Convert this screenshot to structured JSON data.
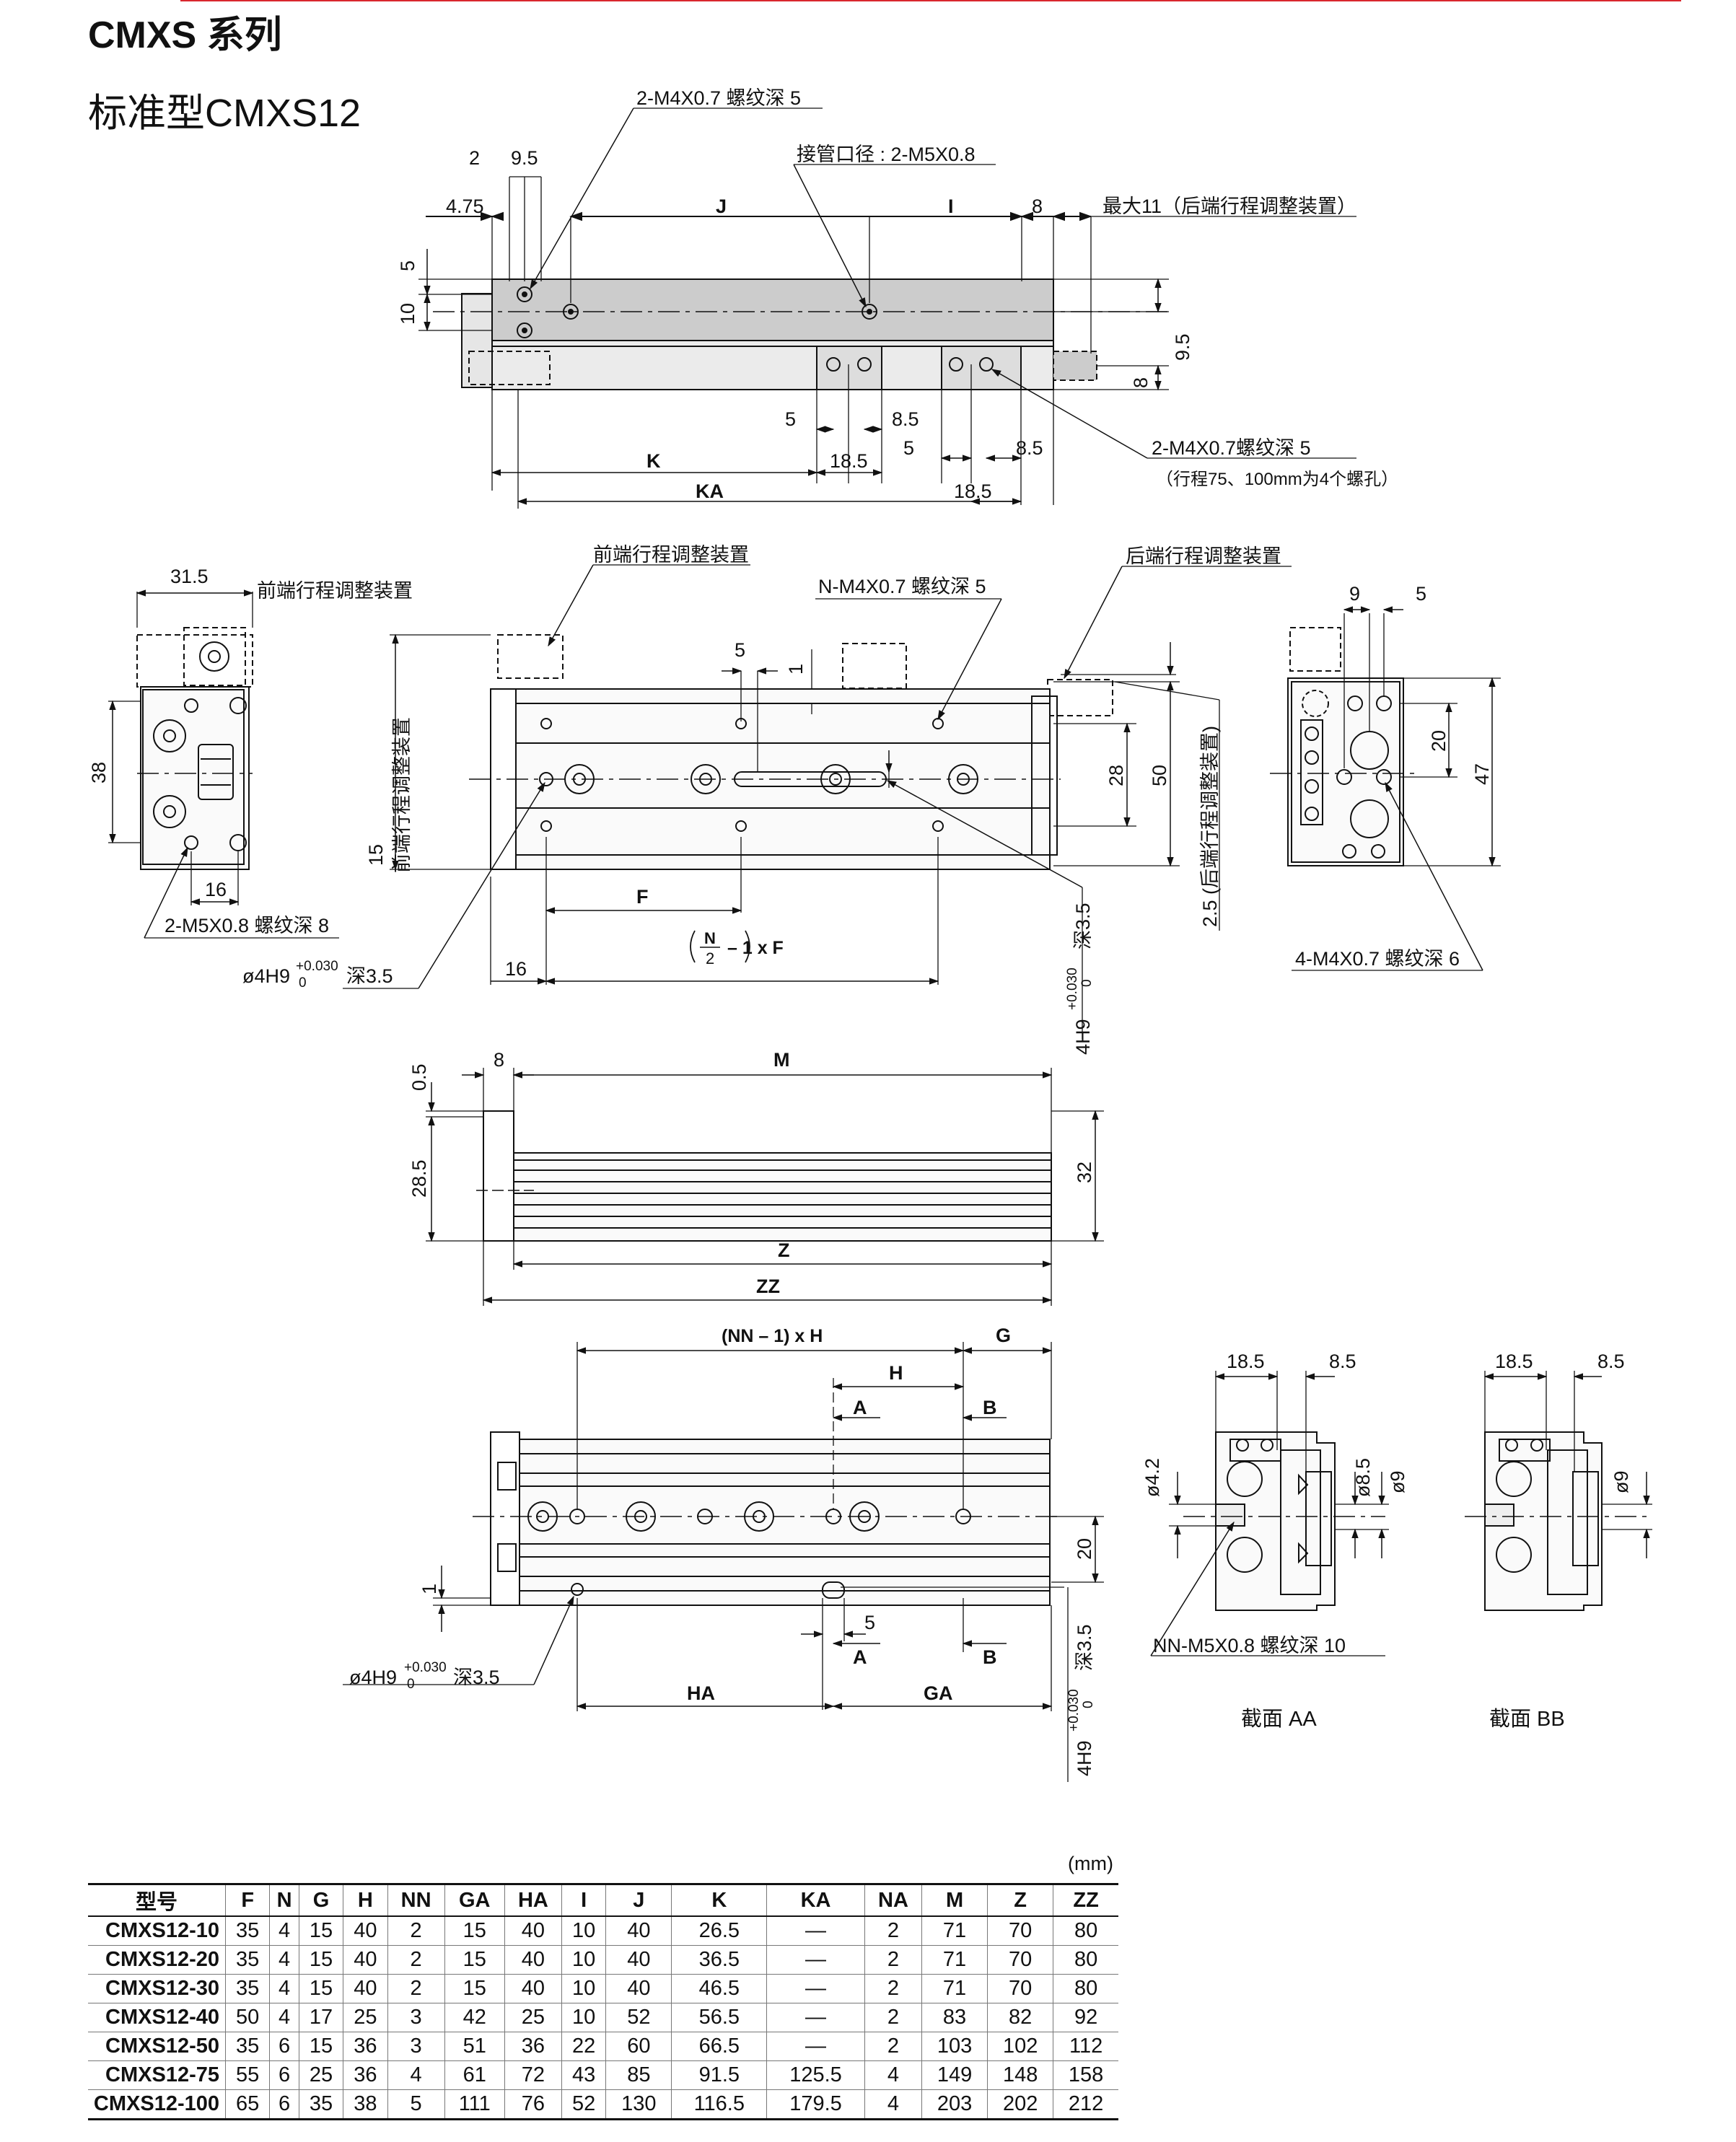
{
  "header": {
    "series_title": "CMXS 系列",
    "model_title": "标准型CMXS12"
  },
  "top_view": {
    "thread_top": "2-M4X0.7 螺纹深 5",
    "port": "接管口径 : 2-M5X0.8",
    "max_rear": "最大11（后端行程调整装置）",
    "dim_2": "2",
    "dim_9_5": "9.5",
    "dim_4_75": "4.75",
    "dim_J": "J",
    "dim_I": "I",
    "dim_8": "8",
    "dim_5": "5",
    "dim_10": "10",
    "dim_9_5r": "9.5",
    "dim_8r": "8",
    "dim_5b": "5",
    "dim_8_5a": "8.5",
    "dim_18_5": "18.5",
    "dim_5c": "5",
    "dim_8_5b": "8.5",
    "dim_K": "K",
    "dim_KA": "KA",
    "dim_18_5b": "18.5",
    "thread_bottom": "2-M4X0.7螺纹深  5",
    "thread_note": "（行程75、100mm为4个螺孔）"
  },
  "side_view": {
    "dim_31_5": "31.5",
    "front_adj": "前端行程调整装置",
    "front_adj2": "前端行程调整装置",
    "rear_adj": "后端行程调整装置",
    "n_thread": "N-M4X0.7 螺纹深 5",
    "dim_38": "38",
    "dim_16": "16",
    "m5_thread": "2-M5X0.8 螺纹深 8",
    "pin_hole": "ø4H9",
    "tol_plus": "+0.030",
    "tol_zero": "0",
    "depth": "深3.5",
    "dim_15": "15",
    "dim_5": "5",
    "dim_1": "1",
    "dim_28": "28",
    "dim_50": "50",
    "dim_F": "F",
    "formula_n": "N",
    "formula_2": "2",
    "formula_rest": "– 1  x F",
    "dim_16b": "16",
    "vertical_pin": "4H9",
    "rear_adj_v": "2.5 (后端行程调整装置)",
    "dim_9": "9",
    "dim_5r": "5",
    "dim_20": "20",
    "dim_47": "47",
    "m4_thread": "4-M4X0.7 螺纹深 6"
  },
  "front_view": {
    "dim_0_5": "0.5",
    "dim_8": "8",
    "dim_M": "M",
    "dim_28_5": "28.5",
    "dim_32": "32",
    "dim_Z": "Z",
    "dim_ZZ": "ZZ"
  },
  "bottom_view": {
    "dim_nn": "(NN – 1) x H",
    "dim_G": "G",
    "dim_H": "H",
    "dim_A": "A",
    "dim_B": "B",
    "dim_20": "20",
    "dim_1": "1",
    "dim_5": "5",
    "dim_A2": "A",
    "dim_B2": "B",
    "pin_hole": "ø4H9",
    "tol_plus": "+0.030",
    "tol_zero": "0",
    "depth": "深3.5",
    "dim_HA": "HA",
    "dim_GA": "GA",
    "vertical_pin": "4H9"
  },
  "sections": {
    "aa_18_5": "18.5",
    "aa_8_5": "8.5",
    "aa_4_2": "ø4.2",
    "aa_8_5d": "ø8.5",
    "aa_9": "ø9",
    "nn_thread": "NN-M5X0.8 螺纹深 10",
    "label_aa": "截面 AA",
    "bb_18_5": "18.5",
    "bb_8_5": "8.5",
    "bb_9": "ø9",
    "label_bb": "截面 BB"
  },
  "table": {
    "unit": "(mm)",
    "headers": [
      "型号",
      "F",
      "N",
      "G",
      "H",
      "NN",
      "GA",
      "HA",
      "I",
      "J",
      "K",
      "KA",
      "NA",
      "M",
      "Z",
      "ZZ"
    ],
    "rows": [
      [
        "CMXS12-10",
        "35",
        "4",
        "15",
        "40",
        "2",
        "15",
        "40",
        "10",
        "40",
        "26.5",
        "—",
        "2",
        "71",
        "70",
        "80"
      ],
      [
        "CMXS12-20",
        "35",
        "4",
        "15",
        "40",
        "2",
        "15",
        "40",
        "10",
        "40",
        "36.5",
        "—",
        "2",
        "71",
        "70",
        "80"
      ],
      [
        "CMXS12-30",
        "35",
        "4",
        "15",
        "40",
        "2",
        "15",
        "40",
        "10",
        "40",
        "46.5",
        "—",
        "2",
        "71",
        "70",
        "80"
      ],
      [
        "CMXS12-40",
        "50",
        "4",
        "17",
        "25",
        "3",
        "42",
        "25",
        "10",
        "52",
        "56.5",
        "—",
        "2",
        "83",
        "82",
        "92"
      ],
      [
        "CMXS12-50",
        "35",
        "6",
        "15",
        "36",
        "3",
        "51",
        "36",
        "22",
        "60",
        "66.5",
        "—",
        "2",
        "103",
        "102",
        "112"
      ],
      [
        "CMXS12-75",
        "55",
        "6",
        "25",
        "36",
        "4",
        "61",
        "72",
        "43",
        "85",
        "91.5",
        "125.5",
        "4",
        "149",
        "148",
        "158"
      ],
      [
        "CMXS12-100",
        "65",
        "6",
        "35",
        "38",
        "5",
        "111",
        "76",
        "52",
        "130",
        "116.5",
        "179.5",
        "4",
        "203",
        "202",
        "212"
      ]
    ]
  }
}
